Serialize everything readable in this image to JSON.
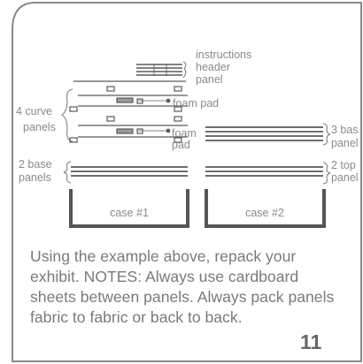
{
  "diagram": {
    "instructions_label": [
      "instructions",
      "header",
      "panel"
    ],
    "foam_pad_label_1": "foam pad",
    "foam_pad_label_2": [
      "foam",
      "pad"
    ],
    "curve_panels_label": [
      "4 curve",
      "panels"
    ],
    "base_panels_label_left": [
      "2 base",
      "panels"
    ],
    "base_panels_label_right": [
      "3 bas",
      "panel"
    ],
    "top_panels_label": [
      "2 top",
      "panel"
    ],
    "case_1_label": "case #1",
    "case_2_label": "case #2"
  },
  "notes_text": "Using the example above, repack your exhibit. NOTES: Always use cardboard sheets between panels. Always pack panels fabric to fabric or back to back.",
  "page_number": "11",
  "colors": {
    "frame": "#8a8a8a",
    "lines": "#5a5a5a",
    "case_walls": "#555555",
    "pad": "#9a9a9a",
    "text": "#7a7a7a"
  }
}
